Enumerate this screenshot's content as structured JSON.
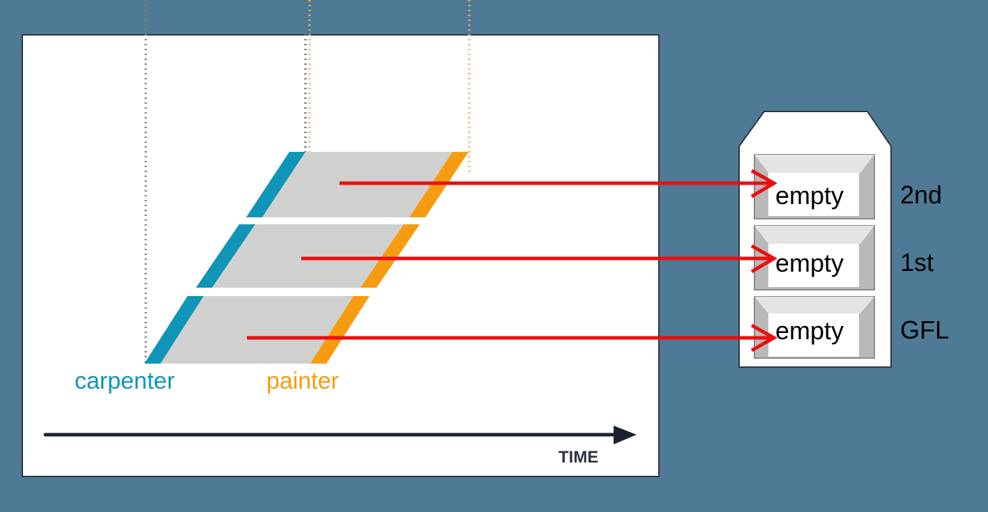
{
  "labels": {
    "carpenter": "carpenter",
    "painter": "painter",
    "time_axis": "TIME"
  },
  "floors": [
    {
      "level": "2nd",
      "status": "empty"
    },
    {
      "level": "1st",
      "status": "empty"
    },
    {
      "level": "GFL",
      "status": "empty"
    }
  ],
  "colors": {
    "background": "#4e7a96",
    "panel": "#ffffff",
    "task_fill": "#d0d1cf",
    "carpenter": "#0f95b8",
    "painter": "#f79c10",
    "arrow": "#ee0d0d",
    "time_axis": "#1c2330",
    "building_wall": "#ffffff",
    "drawer_frame": "#b9b9b9"
  }
}
